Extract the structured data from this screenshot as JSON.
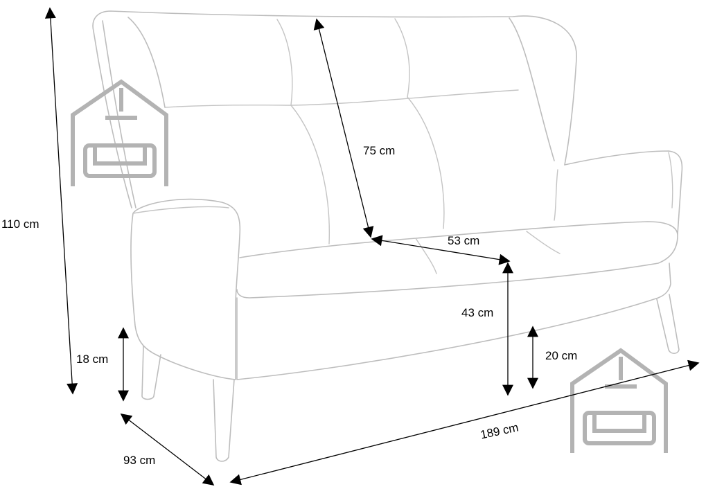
{
  "dimensions": {
    "total_height": "110 cm",
    "backrest_height": "75 cm",
    "seat_depth": "53 cm",
    "seat_height": "43 cm",
    "leg_height_front": "18 cm",
    "leg_clearance": "20 cm",
    "depth": "93 cm",
    "width": "189 cm"
  },
  "colors": {
    "outline": "#bdbdbd",
    "dimension_line": "#000000",
    "watermark": "#b3b3b3"
  },
  "watermark": {
    "icon": "house-sofa-logo-icon"
  }
}
